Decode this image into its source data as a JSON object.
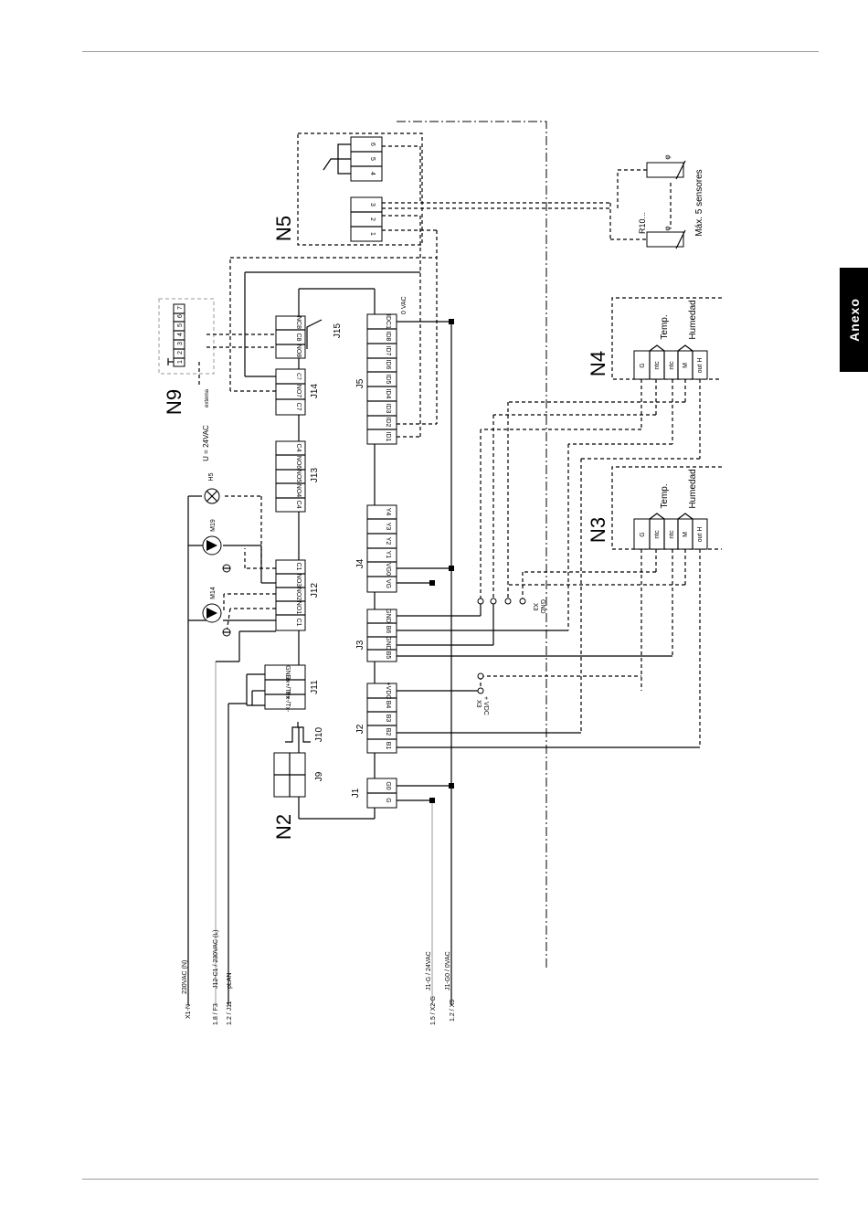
{
  "side_tab": "Anexo",
  "modules": {
    "n2": "N2",
    "n3": "N3",
    "n4": "N4",
    "n5": "N5",
    "n9": "N9"
  },
  "connectors": {
    "j1": {
      "label": "J1",
      "pins": [
        "G0",
        "G"
      ]
    },
    "j2": {
      "label": "J2",
      "pins": [
        "+VDC",
        "B4",
        "B3",
        "B2",
        "B1"
      ]
    },
    "j3": {
      "label": "J3",
      "pins": [
        "GND",
        "B6",
        "GND",
        "B5"
      ]
    },
    "j4": {
      "label": "J4",
      "pins": [
        "Y4",
        "Y3",
        "Y2",
        "Y1",
        "VG0",
        "VG"
      ]
    },
    "j5": {
      "label": "J5",
      "pins": [
        "IDC1",
        "ID8",
        "ID7",
        "ID6",
        "ID5",
        "ID4",
        "ID3",
        "ID2",
        "ID1"
      ]
    },
    "j9": {
      "label": "J9"
    },
    "j10": {
      "label": "J10"
    },
    "j11": {
      "label": "J11",
      "pins": [
        "GND",
        "Rx+/Tx+",
        "Rx-/Tx-"
      ]
    },
    "j12": {
      "label": "J12",
      "pins": [
        "C1",
        "NO3",
        "NO2",
        "NO1",
        "C1"
      ]
    },
    "j13": {
      "label": "J13",
      "pins": [
        "C4",
        "NO6",
        "NO5",
        "NO4",
        "C4"
      ]
    },
    "j14": {
      "label": "J14",
      "pins": [
        "C7",
        "NO7",
        "C7"
      ]
    },
    "j15": {
      "label": "J15",
      "pins": [
        "NC8",
        "C8",
        "NO8"
      ]
    }
  },
  "n5_pins": [
    "6",
    "5",
    "4",
    "3",
    "2",
    "1"
  ],
  "n9_pins": [
    "1",
    "2",
    "3",
    "4",
    "5",
    "6",
    "7"
  ],
  "sensor_blocks": {
    "pins": [
      "G",
      "ntc",
      "ntc",
      "M",
      "out H"
    ],
    "temp": "Temp.",
    "humid": "Humedad"
  },
  "labels": {
    "vac0": "0 VAC",
    "u24": "U = 24VAC",
    "externa": "externa",
    "h5": "H5",
    "m19": "M19",
    "m14": "M14",
    "x3_gnd": "X3",
    "gnd": "GND",
    "x3_vdc": "X3",
    "vdc": "+ VDC",
    "r10": "R10...",
    "phi": "φ",
    "max_sensores": "Máx. 5 sensores"
  },
  "wire_labels": [
    {
      "ref": "X1-N",
      "desc": "230VAC (N)"
    },
    {
      "ref": "1.8 / F3",
      "desc": "J12-C1 / 230VAC (L)"
    },
    {
      "ref": "1.2 / J11",
      "desc": "pLAN"
    },
    {
      "ref": "1.5 / X2-G",
      "desc": "J1-G / 24VAC"
    },
    {
      "ref": "1.2 / X5",
      "desc": "J1-G0 / 0VAC"
    }
  ]
}
